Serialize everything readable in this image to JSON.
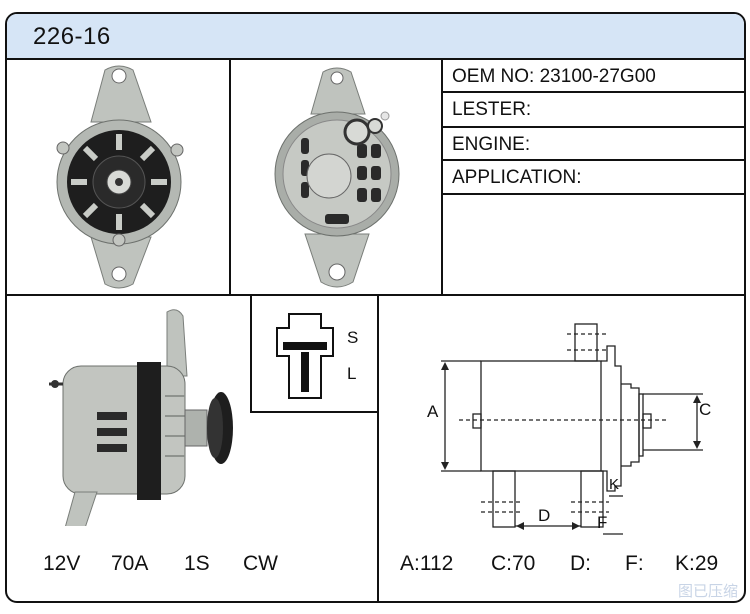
{
  "header": {
    "part_number": "226-16"
  },
  "spec_table": {
    "oem_no": "OEM NO: 23100-27G00",
    "lester": "LESTER:",
    "engine": "ENGINE:",
    "application": "APPLICATION:"
  },
  "plug": {
    "s_label": "S",
    "l_label": "L"
  },
  "electrical": {
    "voltage": "12V",
    "amperage": "70A",
    "terminals": "1S",
    "rotation": "CW"
  },
  "dimensions": {
    "labels": {
      "a": "A",
      "c": "C",
      "d": "D",
      "f": "F",
      "k": "K"
    },
    "values": {
      "a": "A:112",
      "c": "C:70",
      "d": "D:",
      "f": "F:",
      "k": "K:29"
    }
  },
  "watermark": "图已压缩",
  "colors": {
    "header_bg": "#d6e5f6",
    "border": "#111111",
    "metal": "#b9bdb8",
    "dark": "#1e1e1e"
  }
}
